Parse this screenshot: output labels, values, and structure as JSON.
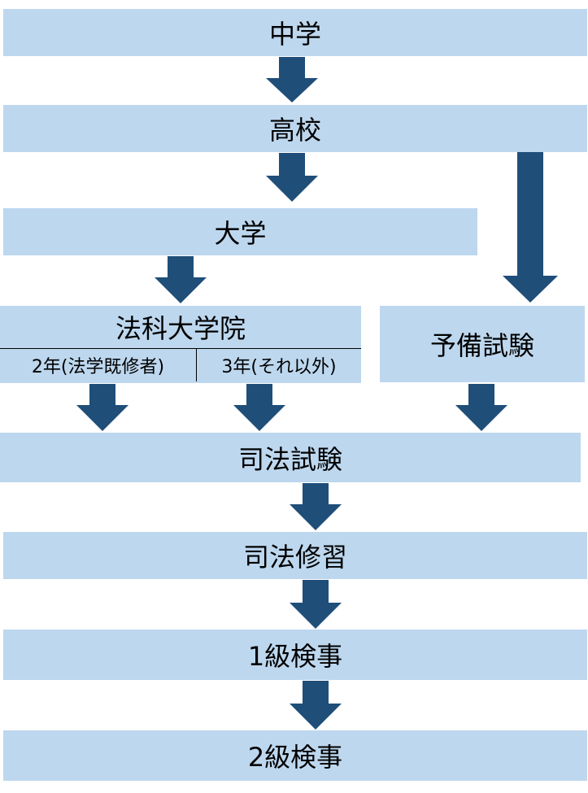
{
  "diagram": {
    "nodes": {
      "middle_school": "中学",
      "high_school": "高校",
      "university": "大学",
      "law_school": "法科大学院",
      "law_school_track_2yr": "2年(法学既修者)",
      "law_school_track_3yr": "3年(それ以外)",
      "preliminary_exam": "予備試験",
      "bar_exam": "司法試験",
      "legal_training": "司法修習",
      "prosecutor_grade1": "1級検事",
      "prosecutor_grade2": "2級検事"
    },
    "edges": [
      [
        "middle_school",
        "high_school"
      ],
      [
        "high_school",
        "university"
      ],
      [
        "high_school",
        "preliminary_exam"
      ],
      [
        "university",
        "law_school"
      ],
      [
        "law_school_track_2yr",
        "bar_exam"
      ],
      [
        "law_school_track_3yr",
        "bar_exam"
      ],
      [
        "preliminary_exam",
        "bar_exam"
      ],
      [
        "bar_exam",
        "legal_training"
      ],
      [
        "legal_training",
        "prosecutor_grade1"
      ],
      [
        "prosecutor_grade1",
        "prosecutor_grade2"
      ]
    ],
    "colors": {
      "box_fill": "#bdd7ee",
      "arrow_fill": "#1f4e79",
      "text": "#000000"
    }
  }
}
